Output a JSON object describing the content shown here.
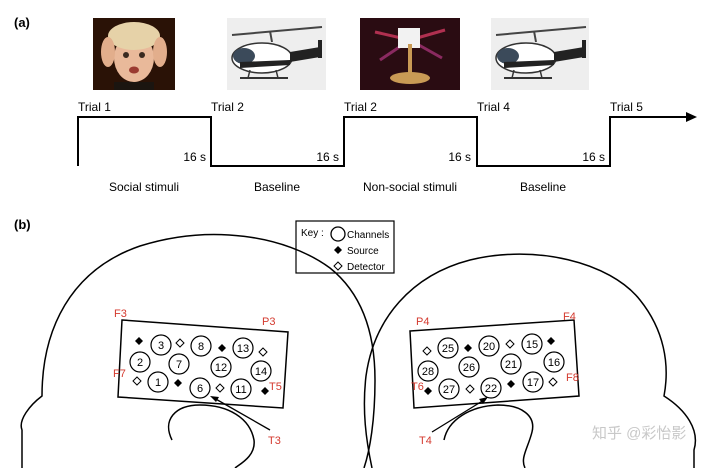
{
  "panel_labels": {
    "a": "(a)",
    "b": "(b)"
  },
  "timeline": {
    "trials": [
      "Trial 1",
      "Trial 2",
      "Trial 2",
      "Trial 4",
      "Trial 5"
    ],
    "durations": [
      "16 s",
      "16 s",
      "16 s",
      "16 s"
    ],
    "phases": [
      "Social stimuli",
      "Baseline",
      "Non-social stimuli",
      "Baseline"
    ],
    "stimulus_images": [
      "face-photo",
      "helicopter-photo",
      "carousel-toy-photo",
      "helicopter-photo"
    ]
  },
  "key": {
    "title": "Key :",
    "channels": "Channels",
    "source": "Source",
    "detector": "Detector"
  },
  "left_array": {
    "positions": {
      "f3": "F3",
      "p3": "P3",
      "f7": "F7",
      "t5": "T5",
      "t3": "T3"
    },
    "channels": [
      "3",
      "8",
      "13",
      "2",
      "7",
      "12",
      "14",
      "1",
      "6",
      "11"
    ]
  },
  "right_array": {
    "positions": {
      "p4": "P4",
      "f4": "F4",
      "t6": "T6",
      "f8": "F8",
      "t4": "T4"
    },
    "channels": [
      "25",
      "20",
      "15",
      "28",
      "26",
      "21",
      "16",
      "27",
      "22",
      "17"
    ]
  },
  "watermark": "知乎 @彩怡影"
}
